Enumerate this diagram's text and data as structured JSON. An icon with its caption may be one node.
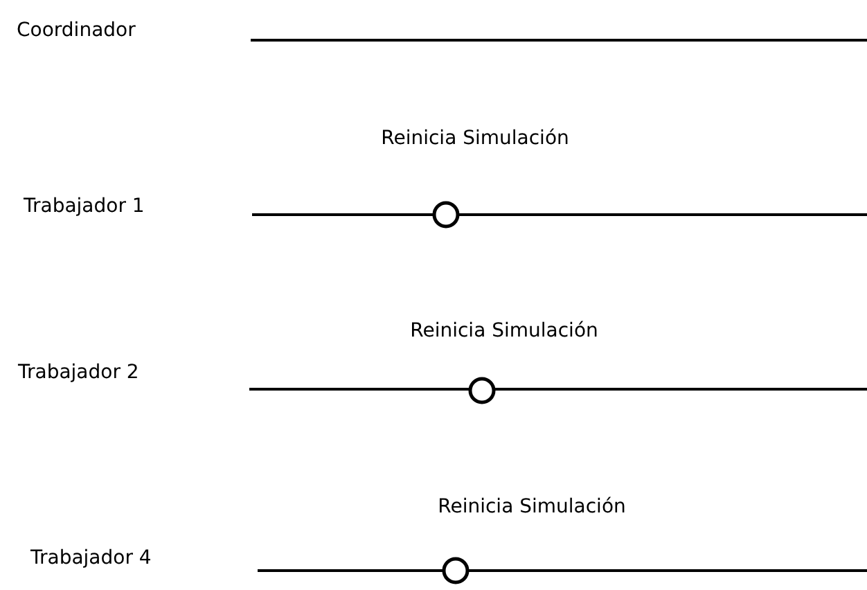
{
  "diagram": {
    "nodes": [
      {
        "text": [],
        "shape": "circle",
        "beside": [
          "Reinicia Simulación"
        ]
      },
      {
        "text": [],
        "shape": "circle",
        "beside": [
          "Reinicia Simulación"
        ]
      },
      {
        "text": [],
        "shape": "circle",
        "beside": [
          "Reinicia Simulación"
        ]
      }
    ],
    "labels": [
      "Coordinador",
      "Trabajador 1",
      "Trabajador 2",
      "Trabajador 4"
    ]
  }
}
